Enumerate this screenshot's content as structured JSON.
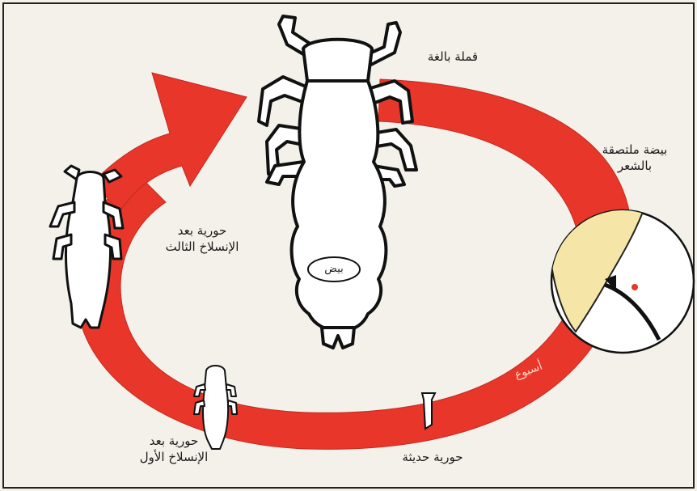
{
  "labels": {
    "adult_louse": "قملة بالغة",
    "egg_attached": {
      "line1": "بيضة ملتصقة",
      "line2": "بالشعر"
    },
    "nymph_third_molt": {
      "line1": "حورية بعد",
      "line2": "الإنسلاخ الثالث"
    },
    "nymph_first_molt": {
      "line1": "حورية بعد",
      "line2": "الإنسلاخ الأول"
    },
    "new_nymph": "حورية حديثة",
    "eggs": "بيض",
    "week": "أسبوع"
  },
  "colors": {
    "cycle_arrow": "#e8362a",
    "egg_fill": "#f5e6a8",
    "background": "#f4f1ea"
  }
}
